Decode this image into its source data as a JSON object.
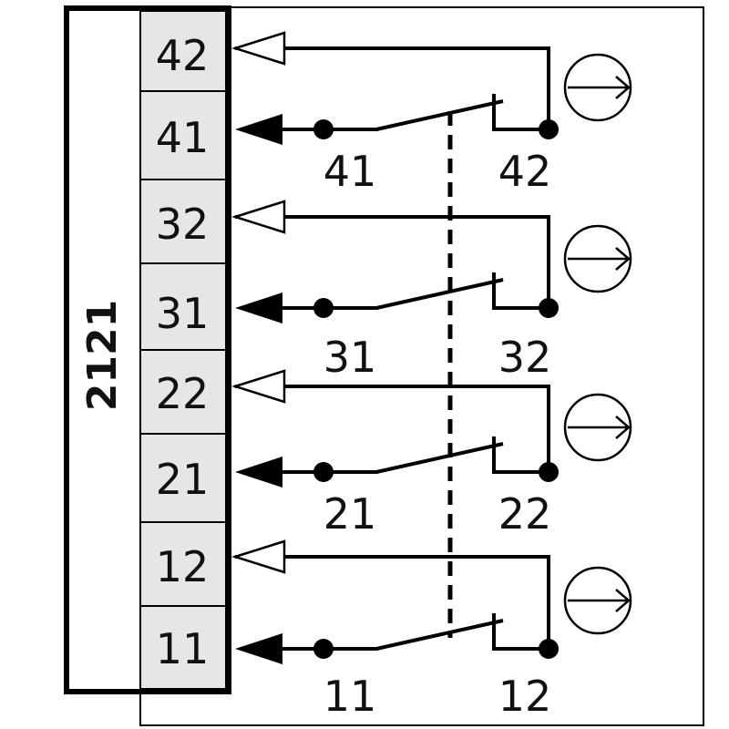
{
  "diagram": {
    "module_code": "2121",
    "terminals": [
      {
        "label": "42"
      },
      {
        "label": "41"
      },
      {
        "label": "32"
      },
      {
        "label": "31"
      },
      {
        "label": "22"
      },
      {
        "label": "21"
      },
      {
        "label": "12"
      },
      {
        "label": "11"
      }
    ],
    "contacts": [
      {
        "left_label": "41",
        "right_label": "42"
      },
      {
        "left_label": "31",
        "right_label": "32"
      },
      {
        "left_label": "21",
        "right_label": "22"
      },
      {
        "left_label": "11",
        "right_label": "12"
      }
    ],
    "colors": {
      "line": "#000000",
      "terminal_fill": "#e6e6e6",
      "background": "#ffffff"
    }
  }
}
